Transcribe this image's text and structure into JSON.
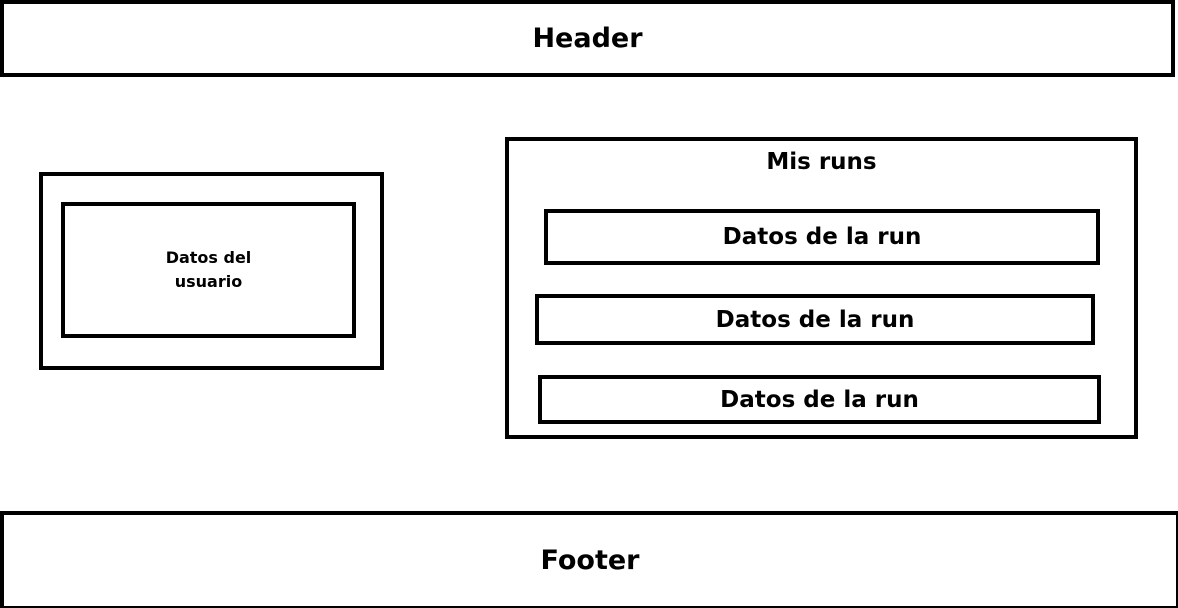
{
  "header": {
    "label": "Header"
  },
  "user_panel": {
    "data_label_line1": "Datos del",
    "data_label_line2": "usuario"
  },
  "runs_panel": {
    "title": "Mis runs",
    "runs": [
      {
        "label": "Datos de la run"
      },
      {
        "label": "Datos de la run"
      },
      {
        "label": "Datos de la run"
      }
    ]
  },
  "footer": {
    "label": "Footer"
  }
}
